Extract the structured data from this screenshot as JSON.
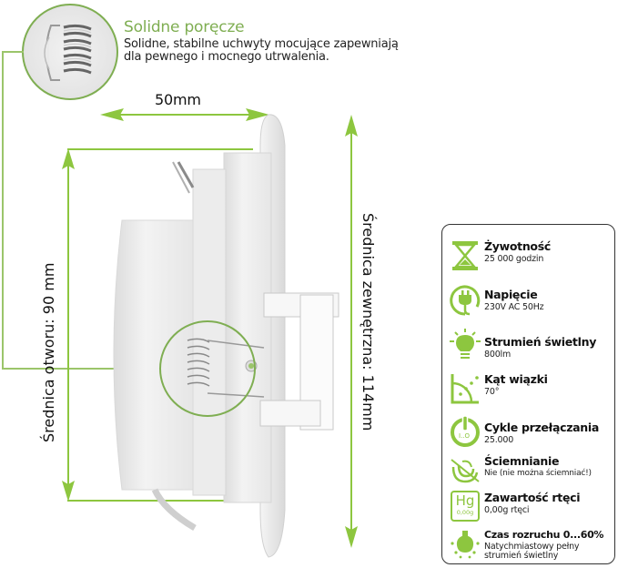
{
  "callout": {
    "title": "Solidne poręcze",
    "description_line1": "Solidne, stabilne uchwyty mocujące zapewniają",
    "description_line2": "dla pewnego i mocnego utrwalenia."
  },
  "dimensions": {
    "depth": "50mm",
    "hole_diameter": "Średnica otworu: 90 mm",
    "outer_diameter": "Średnica zewnętrzna: 114mm"
  },
  "colors": {
    "accent_green": "#8dc63f",
    "title_green": "#7fae52",
    "panel_border": "#333333"
  },
  "specs": [
    {
      "icon": "hourglass-icon",
      "title": "Żywotność",
      "value": "25 000 godzin"
    },
    {
      "icon": "power-plug-icon",
      "title": "Napięcie",
      "value": "230V AC 50Hz"
    },
    {
      "icon": "light-bulb-icon",
      "title": "Strumień świetlny",
      "value": "800lm"
    },
    {
      "icon": "beam-angle-icon",
      "title": "Kąt wiązki",
      "value": "70°"
    },
    {
      "icon": "power-switch-icon",
      "title": "Cykle przełączania",
      "value": "25.000"
    },
    {
      "icon": "dimming-icon",
      "title": "Ściemnianie",
      "value": "Nie (nie można ściemniać!)"
    },
    {
      "icon": "mercury-icon",
      "title": "Zawartość rtęci",
      "value": "0,00g rtęci",
      "icon_text_top": "Hg",
      "icon_text_bottom": "0,00g"
    },
    {
      "icon": "warmup-bulb-icon",
      "title": "Czas rozruchu 0...60%",
      "value": "Natychmiastowy pełny",
      "value2": "strumień świetlny"
    }
  ]
}
